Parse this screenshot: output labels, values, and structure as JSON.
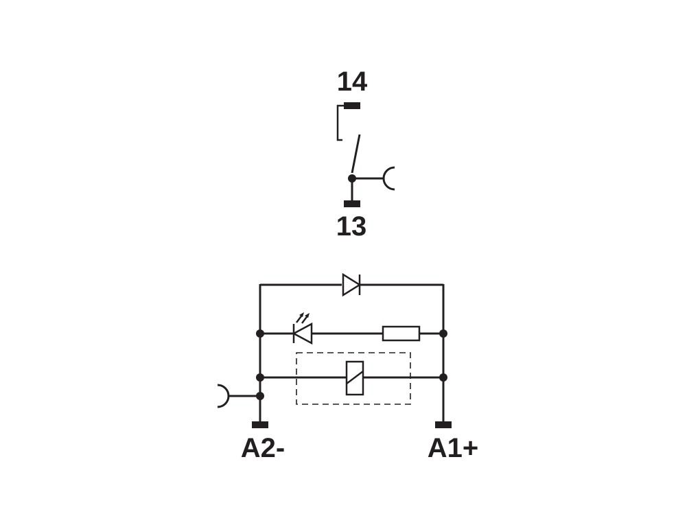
{
  "diagram": {
    "colors": {
      "line": "#231f20",
      "background": "#ffffff"
    },
    "contact": {
      "terminal_top": "14",
      "terminal_bottom": "13"
    },
    "coil": {
      "terminal_left": "A2-",
      "terminal_right": "A1+"
    }
  }
}
